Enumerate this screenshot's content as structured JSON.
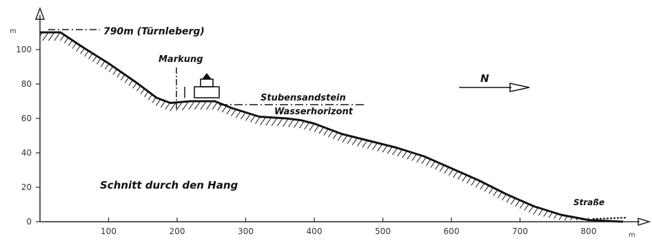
{
  "chart_data": {
    "type": "line",
    "title": "",
    "x_unit": "m",
    "y_unit": "m",
    "xlim": [
      0,
      880
    ],
    "ylim": [
      0,
      115
    ],
    "x_ticks": [
      100,
      200,
      300,
      400,
      500,
      600,
      700,
      800
    ],
    "y_ticks": [
      0,
      20,
      40,
      60,
      80,
      100
    ],
    "profile": [
      {
        "x": 0,
        "y": 110
      },
      {
        "x": 30,
        "y": 110
      },
      {
        "x": 60,
        "y": 102
      },
      {
        "x": 100,
        "y": 92
      },
      {
        "x": 140,
        "y": 81
      },
      {
        "x": 170,
        "y": 72
      },
      {
        "x": 190,
        "y": 69
      },
      {
        "x": 220,
        "y": 70
      },
      {
        "x": 255,
        "y": 70
      },
      {
        "x": 280,
        "y": 66
      },
      {
        "x": 320,
        "y": 61
      },
      {
        "x": 360,
        "y": 60
      },
      {
        "x": 380,
        "y": 59
      },
      {
        "x": 400,
        "y": 57
      },
      {
        "x": 440,
        "y": 51
      },
      {
        "x": 480,
        "y": 47
      },
      {
        "x": 520,
        "y": 43
      },
      {
        "x": 560,
        "y": 38
      },
      {
        "x": 600,
        "y": 31
      },
      {
        "x": 640,
        "y": 24
      },
      {
        "x": 680,
        "y": 16
      },
      {
        "x": 720,
        "y": 9
      },
      {
        "x": 760,
        "y": 4
      },
      {
        "x": 800,
        "y": 1
      },
      {
        "x": 850,
        "y": 0
      }
    ]
  },
  "annotations": {
    "summit": "790m (Türnleberg)",
    "markung": "Markung",
    "layer_line1": "Stubensandstein",
    "layer_line2": "Wasserhorizont",
    "north": "N",
    "section": "Schnitt durch den Hang",
    "road": "Straße"
  },
  "colors": {
    "ink": "#111111",
    "axis": "#222222"
  }
}
